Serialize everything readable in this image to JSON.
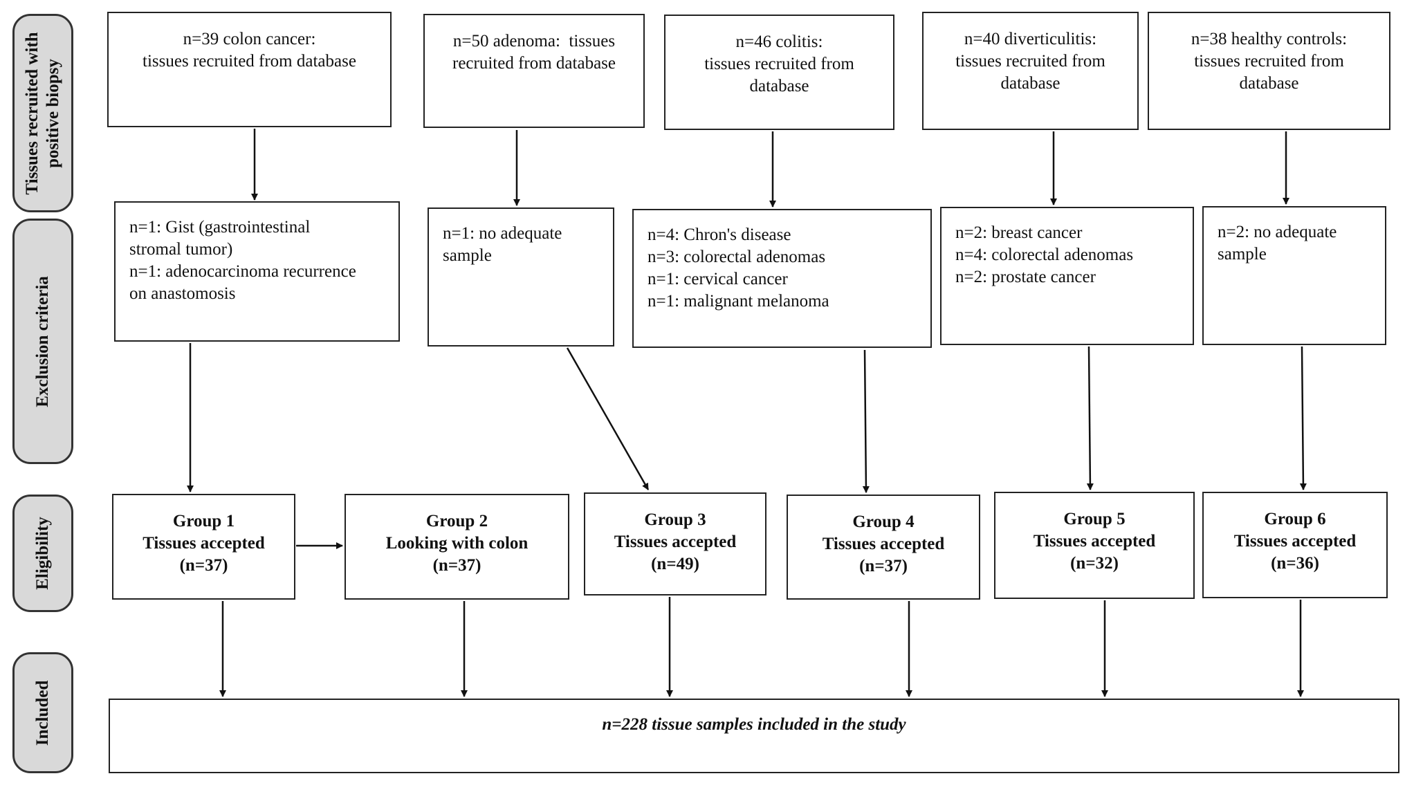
{
  "side_labels": [
    "Tissues recruited with\npositive biopsy",
    "Exclusion criteria",
    "Eligibility",
    "Included"
  ],
  "recruited": [
    [
      "n=39 colon cancer:",
      "tissues recruited from database"
    ],
    [
      "n=50 adenoma:  tissues",
      "recruited from database"
    ],
    [
      "n=46 colitis:",
      "tissues recruited from",
      "database"
    ],
    [
      "n=40 diverticulitis:",
      "tissues recruited from",
      "database"
    ],
    [
      "n=38 healthy controls:",
      "tissues recruited from",
      "database"
    ]
  ],
  "exclusions": [
    [
      "n=1: Gist (gastrointestinal",
      "stromal tumor)",
      "n=1: adenocarcinoma recurrence",
      "on anastomosis"
    ],
    [
      "n=1: no adequate",
      "sample"
    ],
    [
      "n=4: Chron's disease",
      "n=3: colorectal adenomas",
      "n=1: cervical cancer",
      "n=1: malignant melanoma"
    ],
    [
      "n=2: breast cancer",
      "n=4: colorectal adenomas",
      "n=2: prostate cancer"
    ],
    [
      "n=2: no adequate",
      "sample"
    ]
  ],
  "groups": [
    [
      "Group 1",
      "Tissues accepted",
      "(n=37)"
    ],
    [
      "Group 2",
      "Looking with colon",
      "(n=37)"
    ],
    [
      "Group 3",
      "Tissues accepted",
      "(n=49)"
    ],
    [
      "Group 4",
      "Tissues accepted",
      "(n=37)"
    ],
    [
      "Group 5",
      "Tissues accepted",
      "(n=32)"
    ],
    [
      "Group 6",
      "Tissues accepted",
      "(n=36)"
    ]
  ],
  "included": "n=228 tissue samples included in the study"
}
